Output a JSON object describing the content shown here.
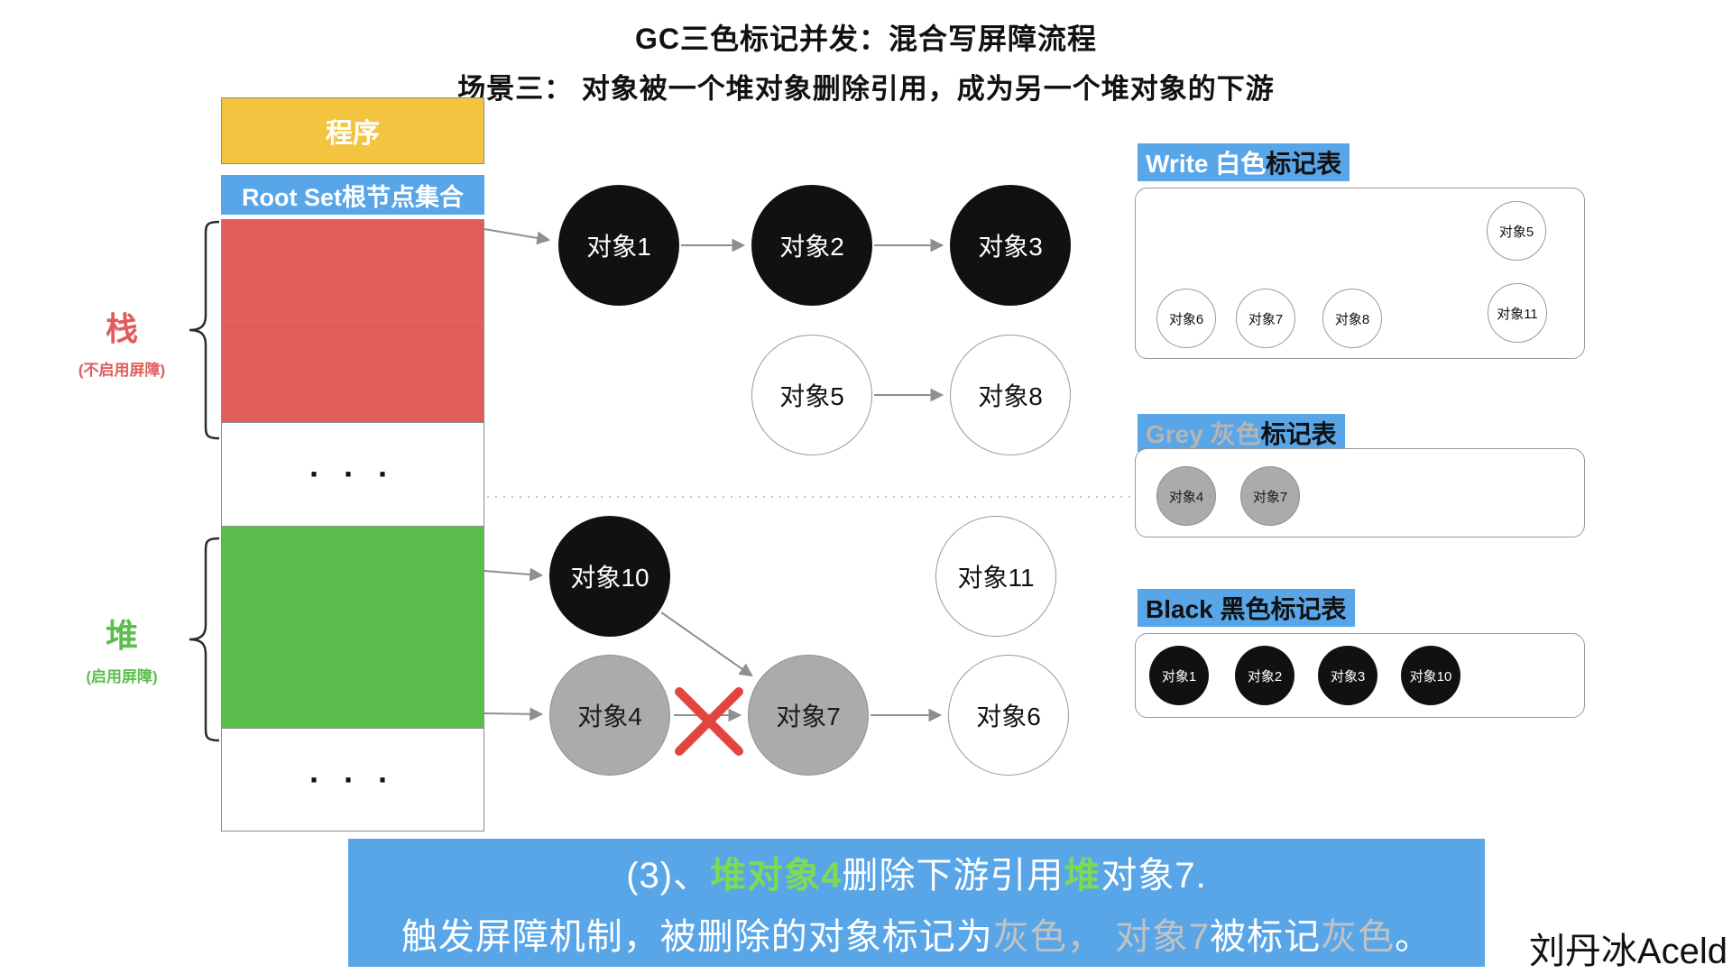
{
  "colors": {
    "blue": "#58A6E8",
    "yellow": "#F2C440",
    "red": "#E05D5C",
    "green": "#5BBE4C",
    "gray": "#ABABAB",
    "black": "#111111",
    "capGreen": "#7ED957",
    "capGray": "#C2C2C2",
    "arrow": "#8F8F8F",
    "xRed": "#E2453F"
  },
  "title": {
    "line1": "GC三色标记并发：混合写屏障流程",
    "line2": "场景三： 对象被一个堆对象删除引用，成为另一个堆对象的下游"
  },
  "memory": {
    "program": "程序",
    "root_set": "Root Set根节点集合",
    "dots": "· · ·"
  },
  "regions": {
    "stack": {
      "label": "栈",
      "note": "(不启用屏障)"
    },
    "heap": {
      "label": "堆",
      "note": "(启用屏障)"
    }
  },
  "nodes": [
    {
      "label": "对象1",
      "color": "black"
    },
    {
      "label": "对象2",
      "color": "black"
    },
    {
      "label": "对象3",
      "color": "black"
    },
    {
      "label": "对象5",
      "color": "white"
    },
    {
      "label": "对象8",
      "color": "white"
    },
    {
      "label": "对象10",
      "color": "black"
    },
    {
      "label": "对象11",
      "color": "white"
    },
    {
      "label": "对象4",
      "color": "gray"
    },
    {
      "label": "对象7",
      "color": "gray"
    },
    {
      "label": "对象6",
      "color": "white"
    }
  ],
  "tables": {
    "white": {
      "title_highlight": "Write 白色",
      "title_rest": "标记表",
      "items": [
        "对象5",
        "对象6",
        "对象7",
        "对象8",
        "对象11"
      ]
    },
    "grey": {
      "title_highlight": "Grey 灰色",
      "title_rest": "标记表",
      "items": [
        "对象4",
        "对象7"
      ]
    },
    "black": {
      "title_highlight": "Black 黑色",
      "title_rest": "标记表",
      "items": [
        "对象1",
        "对象2",
        "对象3",
        "对象10"
      ]
    }
  },
  "caption": {
    "line1": [
      {
        "text": "(3)、",
        "tone": "white"
      },
      {
        "text": "堆",
        "tone": "green"
      },
      {
        "text": "对象4",
        "tone": "green"
      },
      {
        "text": "删除下游引用",
        "tone": "white"
      },
      {
        "text": "堆",
        "tone": "green"
      },
      {
        "text": "对象7",
        "tone": "white"
      },
      {
        "text": ".",
        "tone": "white"
      }
    ],
    "line2": [
      {
        "text": "触发屏障机制，被删除的对象标记为",
        "tone": "white"
      },
      {
        "text": "灰色，",
        "tone": "gray"
      },
      {
        "text": " 对象7",
        "tone": "gray"
      },
      {
        "text": "被标记",
        "tone": "white"
      },
      {
        "text": "灰色",
        "tone": "gray"
      },
      {
        "text": "。",
        "tone": "white"
      }
    ]
  },
  "watermark": "刘丹冰Aceld"
}
